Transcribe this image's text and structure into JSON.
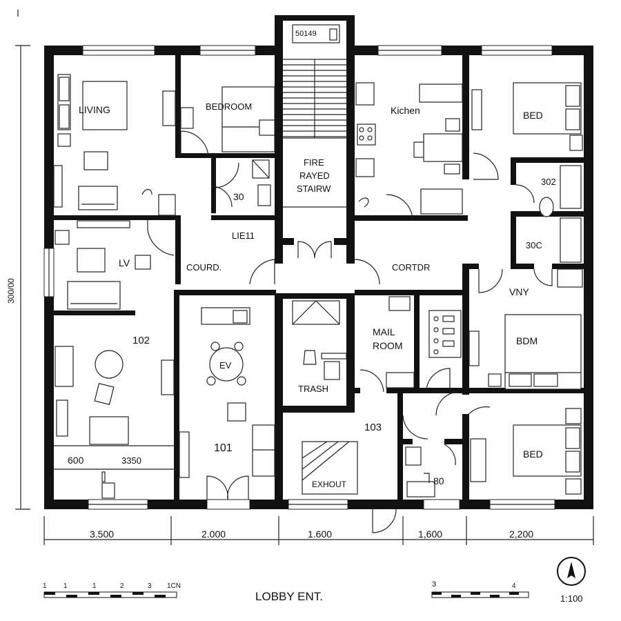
{
  "stair": {
    "sign": "50149",
    "label_line1": "FIRE",
    "label_line2": "RAYED",
    "label_line3": "STAIRW"
  },
  "rooms": {
    "living": "LIVING",
    "bedroom": "BEDROOM",
    "kitchen": "Kichen",
    "bed_ne": "BED",
    "bath_30": "30",
    "bath_302": "302",
    "bath_30c": "30C",
    "corridor_top": "LIE11",
    "court": "COURD.",
    "corridor_east": "CORTDR",
    "lv": "LV",
    "unit_102": "102",
    "ev": "EV",
    "unit_101": "101",
    "trash": "TRASH",
    "mail_line1": "MAIL",
    "mail_line2": "ROOM",
    "vny": "VNY",
    "bdm": "BDM",
    "unit_103": "103",
    "bed_se": "BED",
    "exhaust": "EXHOUT",
    "room_80": "80",
    "dim_600": "600",
    "dim_3350": "3350"
  },
  "dimensions": {
    "seg1": "3.500",
    "seg2": "2.000",
    "seg3": "1.600",
    "seg4": "1,600",
    "seg5": "2,200",
    "vertical": "300/00"
  },
  "footer": {
    "entrance": "LOBBY ENT.",
    "scale": "1:100",
    "scale_bar_left": [
      "1",
      "1",
      "1",
      "2",
      "3",
      "1CN"
    ],
    "scale_bar_right": [
      "3",
      "4"
    ]
  },
  "icons": {
    "north_arrow": "north-arrow-icon"
  }
}
